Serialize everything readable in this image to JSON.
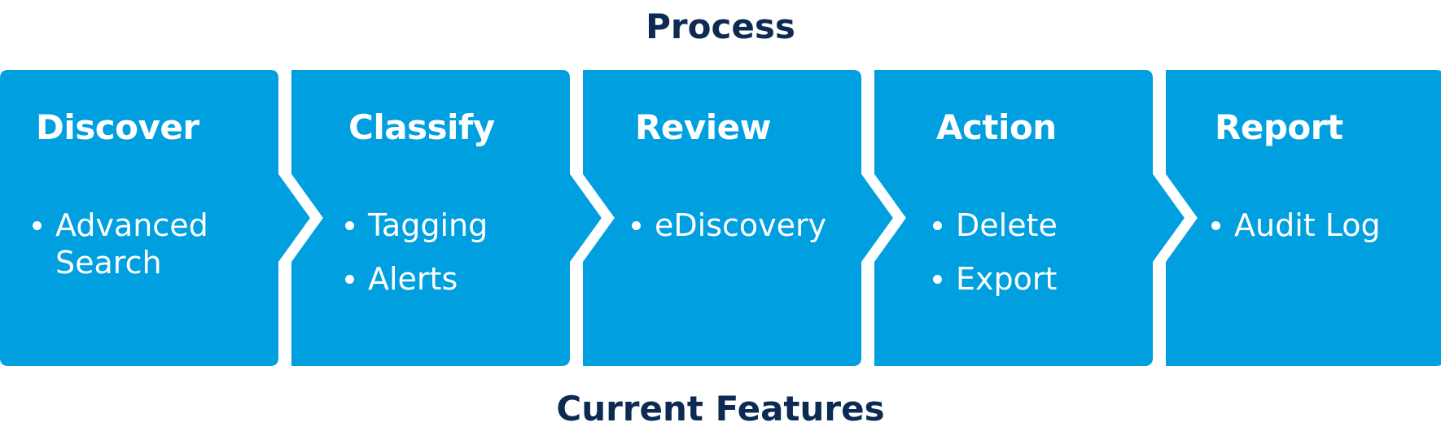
{
  "title": "Process",
  "footer": "Current Features",
  "colors": {
    "box": "#009fdf",
    "heading": "#0d2a52",
    "text": "#ffffff",
    "background": "#ffffff"
  },
  "stages": [
    {
      "title": "Discover",
      "items": [
        "Advanced Search"
      ]
    },
    {
      "title": "Classify",
      "items": [
        "Tagging",
        "Alerts"
      ]
    },
    {
      "title": "Review",
      "items": [
        "eDiscovery"
      ]
    },
    {
      "title": "Action",
      "items": [
        "Delete",
        "Export"
      ]
    },
    {
      "title": "Report",
      "items": [
        "Audit Log"
      ]
    }
  ]
}
